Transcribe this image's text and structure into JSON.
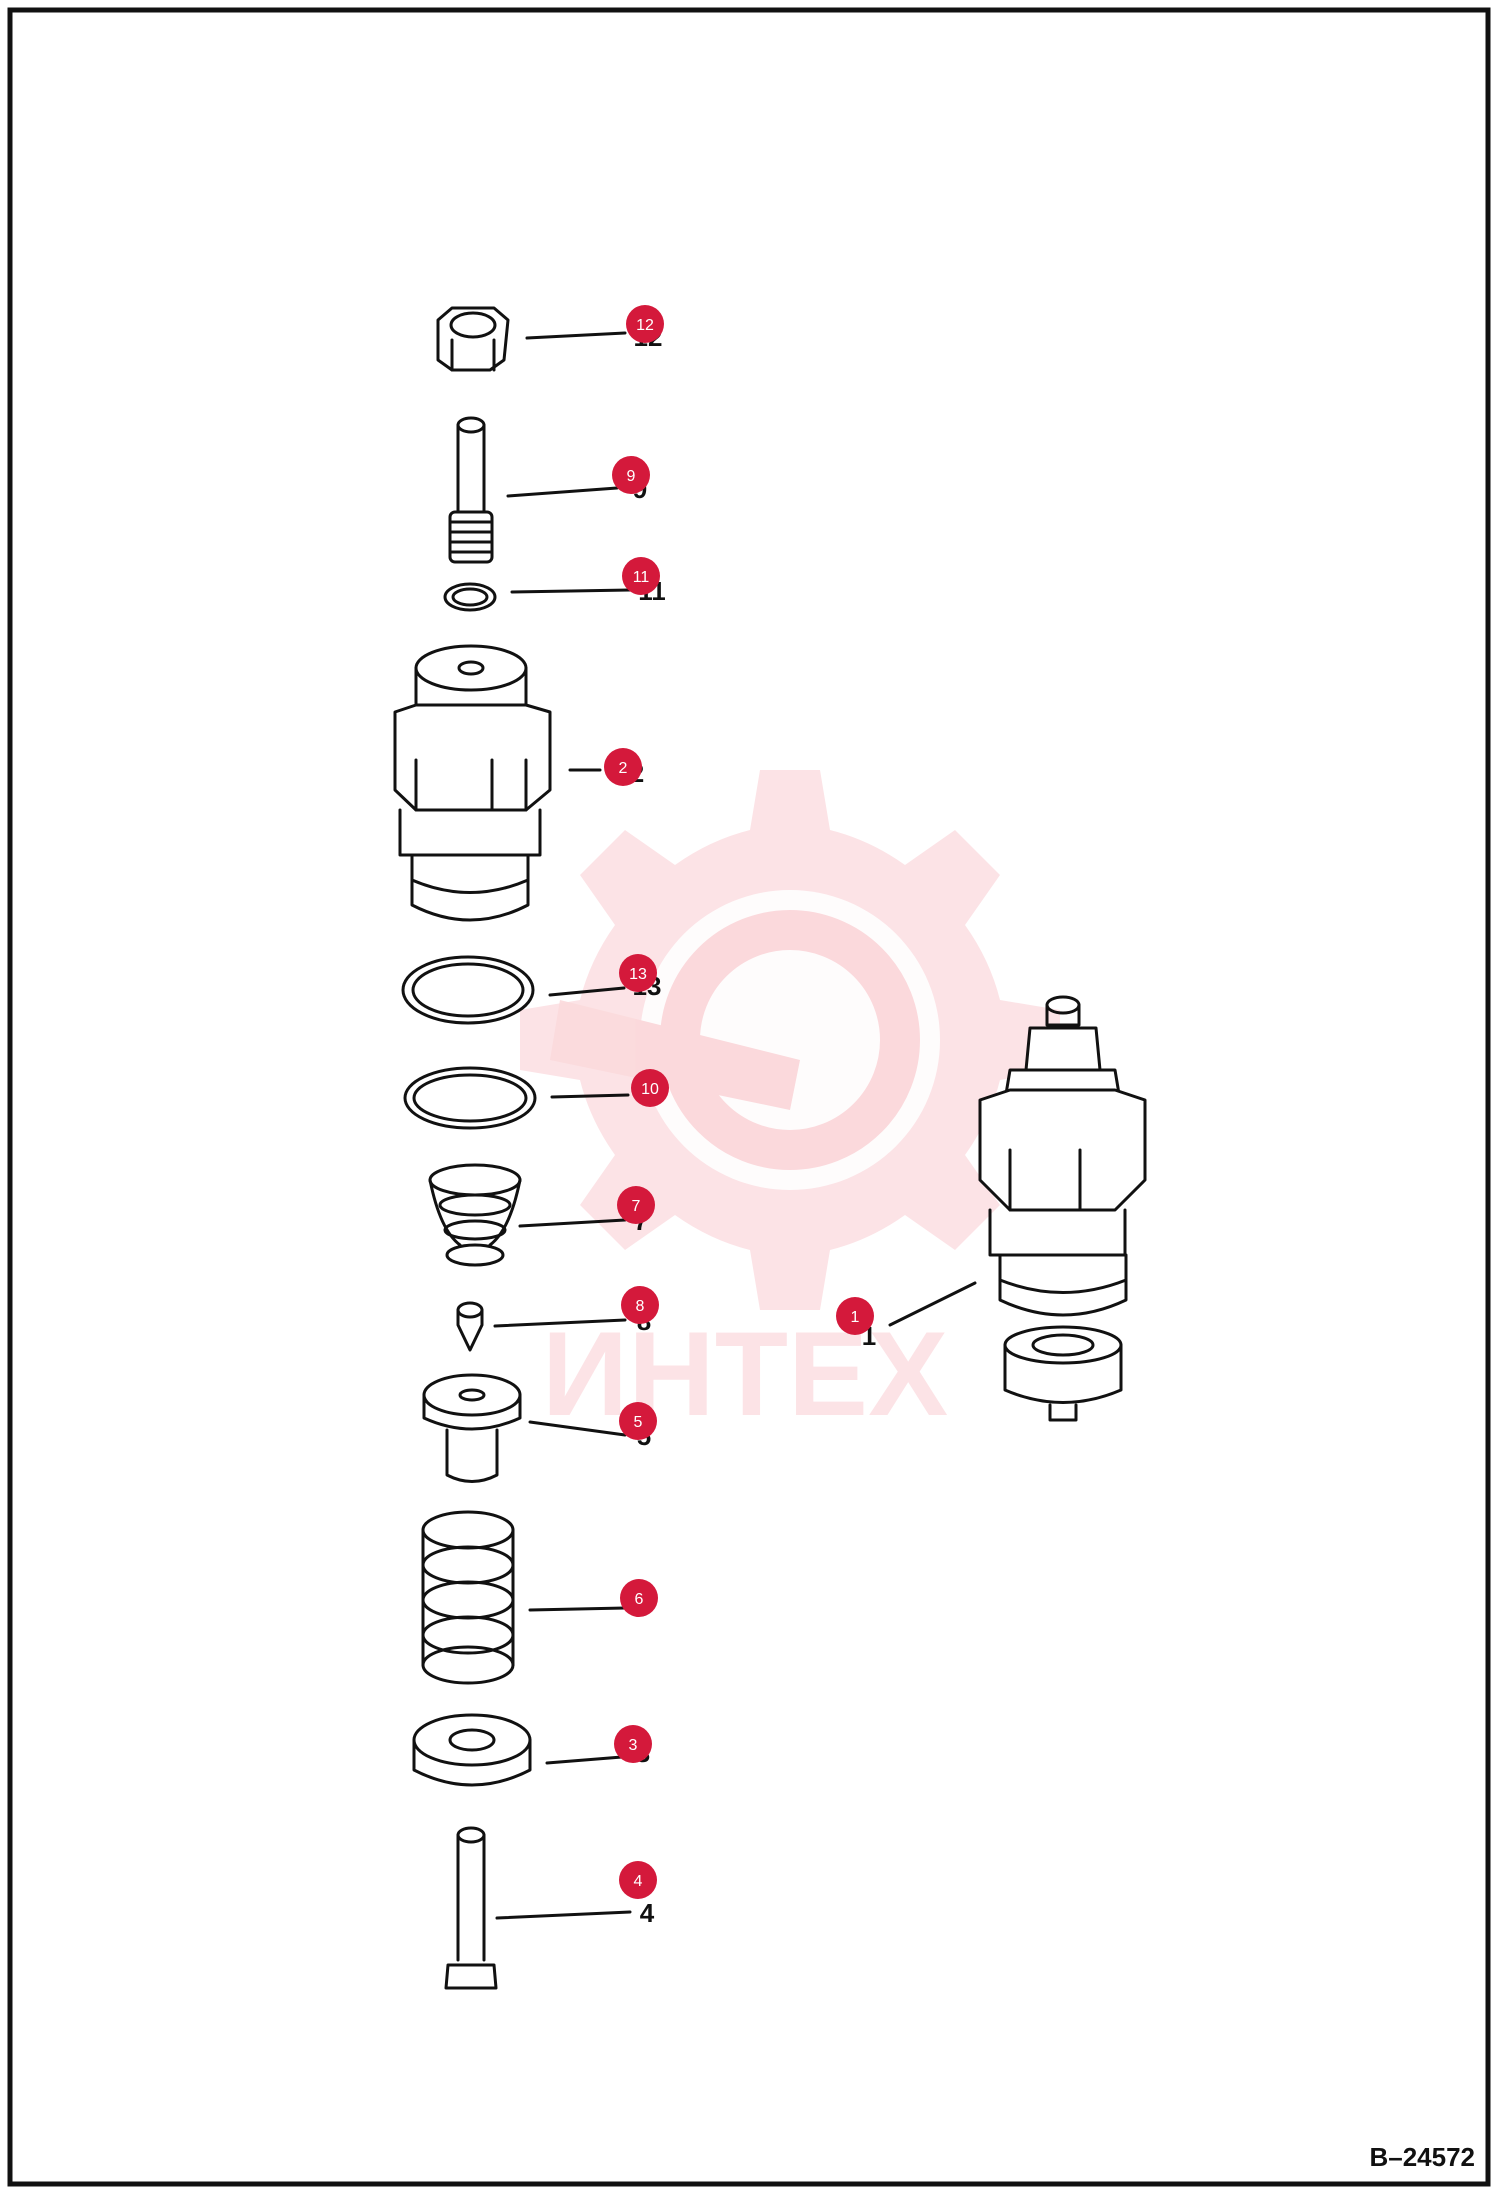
{
  "figure_id": "B–24572",
  "watermark": {
    "text": "ИНТЕХ",
    "color": "#e8283c"
  },
  "marker_color": "#d4193b",
  "line_color": "#111111",
  "parts": [
    {
      "num": "12",
      "label": "12",
      "name": "nut"
    },
    {
      "num": "9",
      "label": "9",
      "name": "adjusting-screw"
    },
    {
      "num": "11",
      "label": "11",
      "name": "o-ring-small"
    },
    {
      "num": "2",
      "label": "2",
      "name": "valve-body"
    },
    {
      "num": "13",
      "label": "13",
      "name": "backup-ring"
    },
    {
      "num": "10",
      "label": "10",
      "name": "o-ring-large"
    },
    {
      "num": "7",
      "label": "7",
      "name": "spring-small"
    },
    {
      "num": "8",
      "label": "8",
      "name": "poppet"
    },
    {
      "num": "5",
      "label": "5",
      "name": "piston"
    },
    {
      "num": "6",
      "label": "6",
      "name": "spring-large"
    },
    {
      "num": "3",
      "label": "3",
      "name": "spring-seat"
    },
    {
      "num": "4",
      "label": "4",
      "name": "bolt"
    },
    {
      "num": "1",
      "label": "1",
      "name": "relief-valve-assembly"
    }
  ]
}
